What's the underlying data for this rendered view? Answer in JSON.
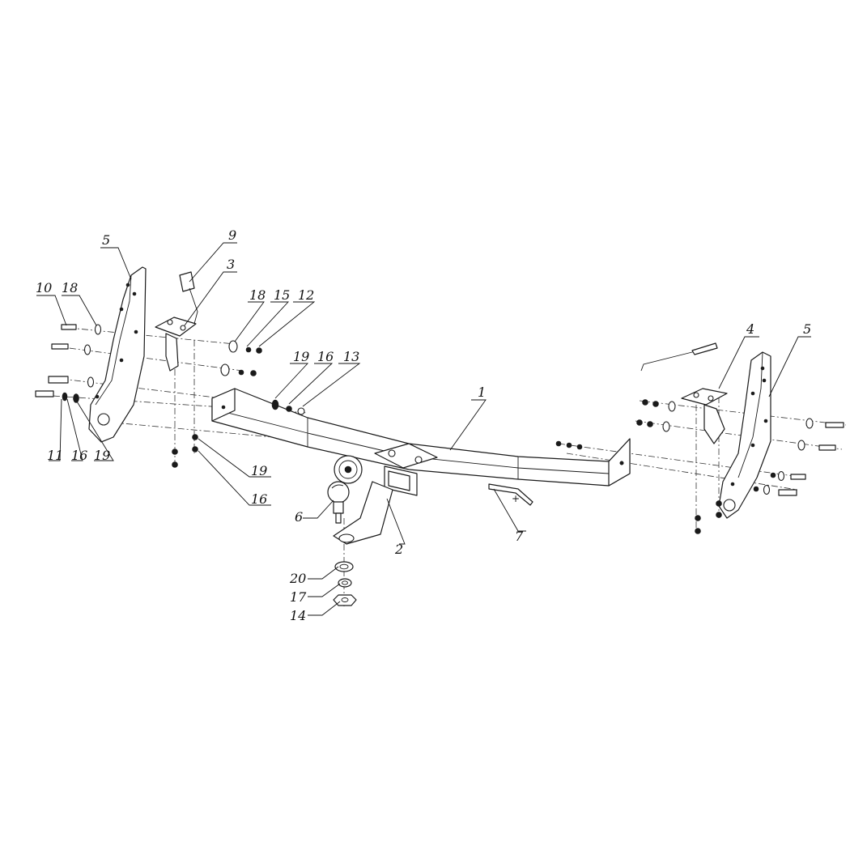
{
  "callouts": {
    "c1": "1",
    "c2": "2",
    "c3": "3",
    "c4": "4",
    "c5_left": "5",
    "c5_right": "5",
    "c6": "6",
    "c7": "7",
    "c9": "9",
    "c10": "10",
    "c11": "11",
    "c12": "12",
    "c13": "13",
    "c14": "14",
    "c15": "15",
    "c16_a": "16",
    "c16_b": "16",
    "c16_c": "16",
    "c17": "17",
    "c18_a": "18",
    "c18_b": "18",
    "c19_a": "19",
    "c19_b": "19",
    "c19_c": "19",
    "c20": "20"
  },
  "wire_polarity_mark": "+"
}
